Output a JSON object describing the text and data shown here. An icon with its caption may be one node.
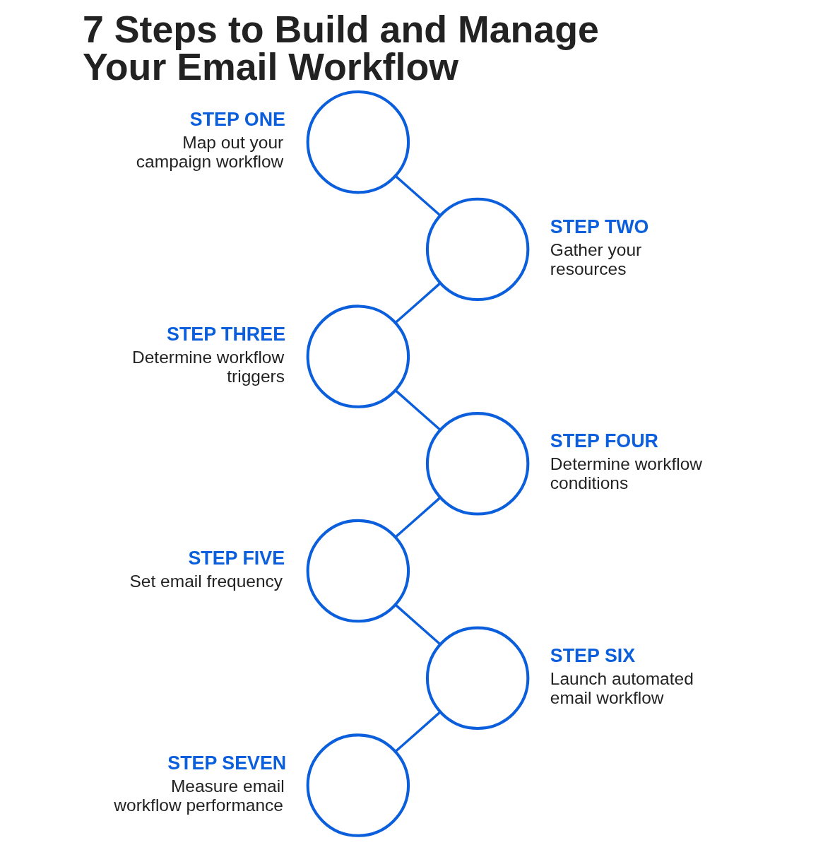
{
  "diagram": {
    "title": "7 Steps to Build and Manage Your Email Workflow",
    "nodes": [
      {
        "text": [],
        "shape": "circle",
        "beside": [
          "STEP ONE",
          "Map out your campaign workflow"
        ]
      },
      {
        "text": [],
        "shape": "circle",
        "beside": [
          "STEP TWO",
          "Gather your resources"
        ]
      },
      {
        "text": [],
        "shape": "circle",
        "beside": [
          "STEP THREE",
          "Determine workflow triggers"
        ]
      },
      {
        "text": [],
        "shape": "circle",
        "beside": [
          "STEP FOUR",
          "Determine workflow conditions"
        ]
      },
      {
        "text": [],
        "shape": "circle",
        "beside": [
          "STEP FIVE",
          "Set email frequency"
        ]
      },
      {
        "text": [],
        "shape": "circle",
        "beside": [
          "STEP SIX",
          "Launch automated email workflow"
        ]
      },
      {
        "text": [],
        "shape": "circle",
        "beside": [
          "STEP SEVEN",
          "Measure email workflow performance"
        ]
      }
    ],
    "edges": [
      {
        "from": 0,
        "to": 1,
        "arrow": "none"
      },
      {
        "from": 1,
        "to": 2,
        "arrow": "none"
      },
      {
        "from": 2,
        "to": 3,
        "arrow": "none"
      },
      {
        "from": 3,
        "to": 4,
        "arrow": "none"
      },
      {
        "from": 4,
        "to": 5,
        "arrow": "none"
      },
      {
        "from": 5,
        "to": 6,
        "arrow": "none"
      }
    ]
  }
}
